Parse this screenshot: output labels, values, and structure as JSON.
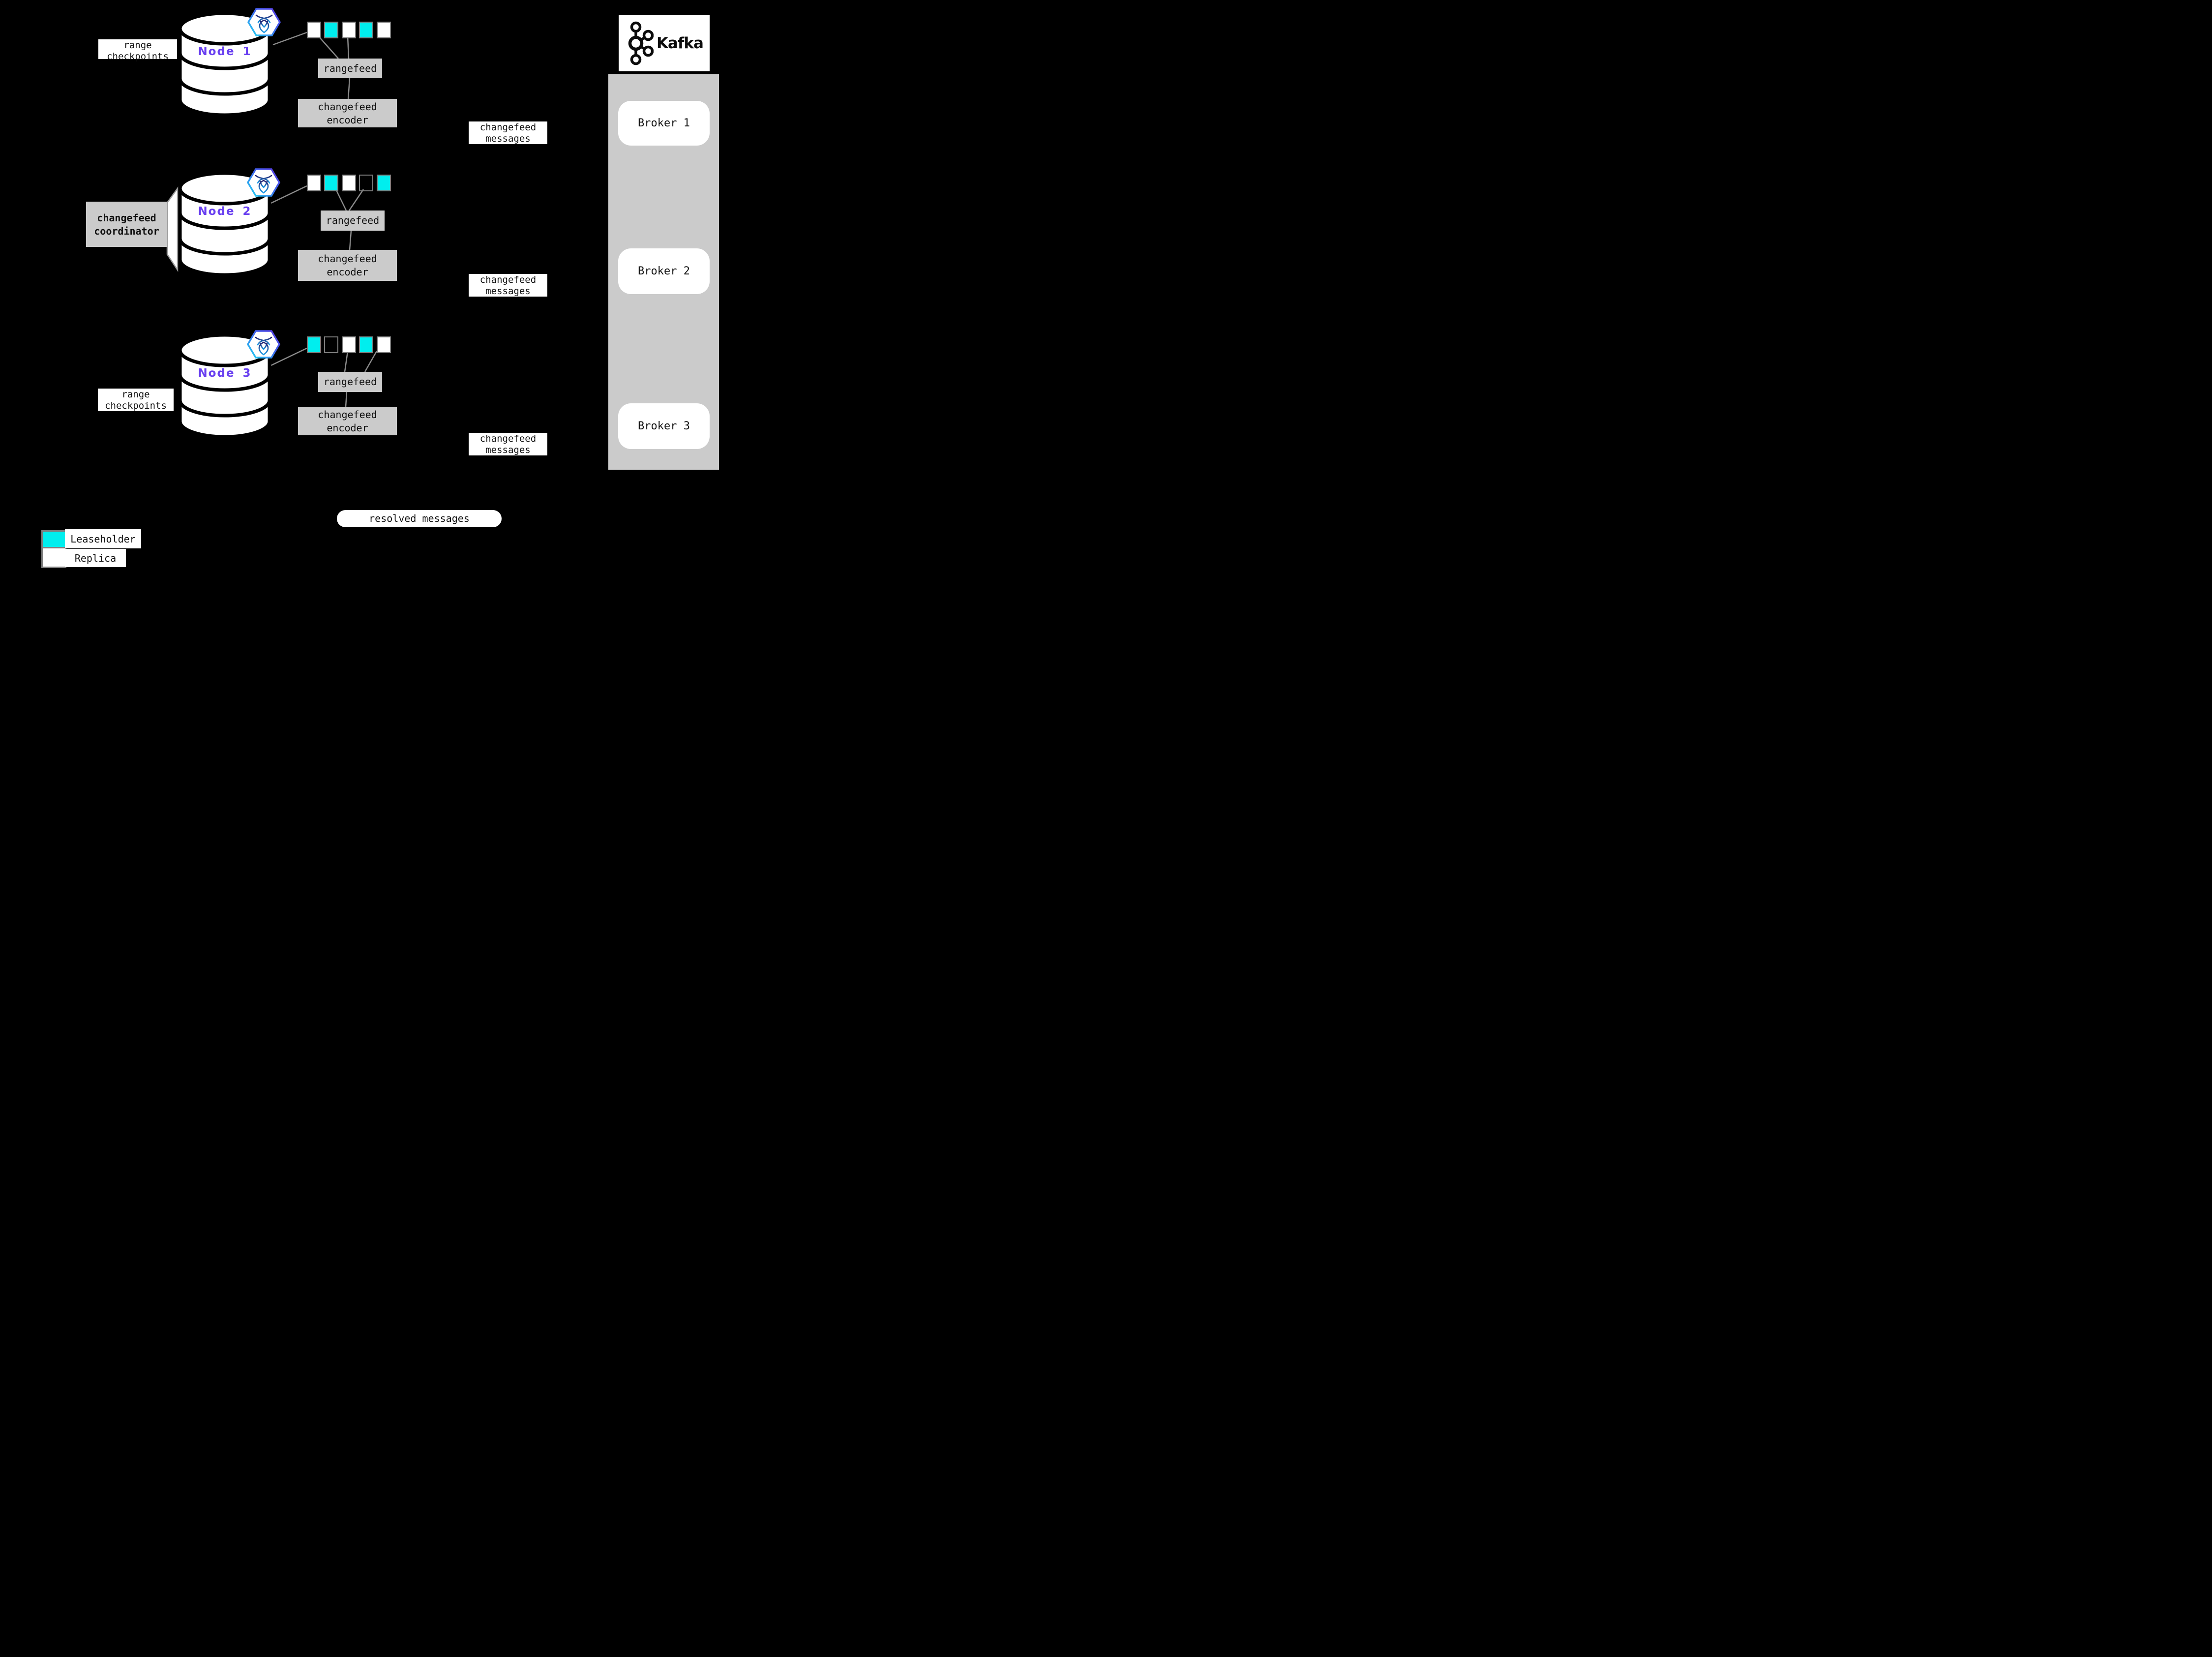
{
  "nodes": [
    {
      "name": "Node 1",
      "side_label": [
        "range",
        "checkpoints"
      ],
      "replicas": [
        "replica",
        "leaseholder",
        "replica",
        "leaseholder",
        "replica"
      ]
    },
    {
      "name": "Node 2",
      "side_label": [
        "changefeed",
        "coordinator"
      ],
      "replicas": [
        "replica",
        "leaseholder",
        "replica",
        "none",
        "leaseholder"
      ]
    },
    {
      "name": "Node 3",
      "side_label": [
        "range",
        "checkpoints"
      ],
      "replicas": [
        "leaseholder",
        "none",
        "replica",
        "leaseholder",
        "replica"
      ]
    }
  ],
  "pipeline": {
    "rangefeed": "rangefeed",
    "encoder": [
      "changefeed",
      "encoder"
    ],
    "messages": [
      "changefeed",
      "messages"
    ]
  },
  "kafka": {
    "wordmark": "Kafka",
    "brokers": [
      "Broker 1",
      "Broker 2",
      "Broker 3"
    ]
  },
  "resolved_messages": "resolved messages",
  "legend": {
    "leaseholder": "Leaseholder",
    "replica": "Replica"
  },
  "icons": {
    "node_badge": "cockroachdb-hexagon-icon",
    "kafka_logo": "kafka-icon",
    "database": "database-cylinder",
    "arrow": "arrowhead-left-icon"
  },
  "colors": {
    "background": "#000000",
    "leaseholder": "#00EEEE",
    "replica": "#FFFFFF",
    "node_label": "#6940F0",
    "process_box": "#CBCBCB",
    "kafka_panel": "#CBCBCB",
    "connector_line": "#8A8A8A",
    "replica_border": "#7D7D7D"
  }
}
